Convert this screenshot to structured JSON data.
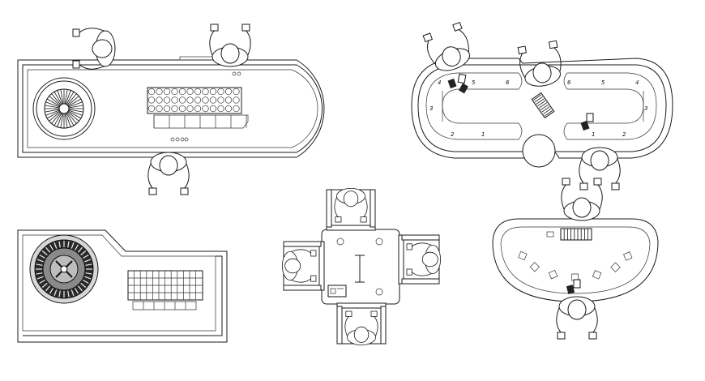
{
  "blackjack_table": {
    "spot_numbers": [
      "1",
      "2",
      "3",
      "4",
      "5",
      "6"
    ]
  }
}
